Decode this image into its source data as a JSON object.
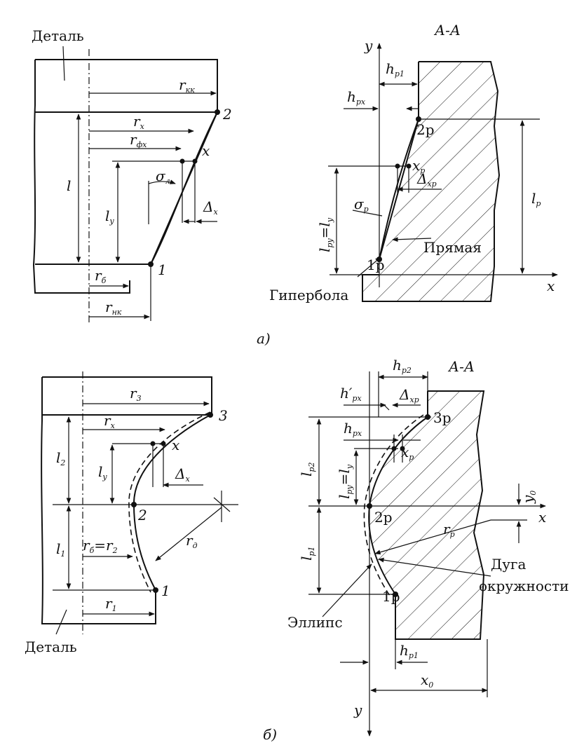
{
  "caption_a": "а)",
  "caption_b": "б)",
  "section_a": "А-А",
  "section_b": "А-А",
  "part_label_top": "Деталь",
  "part_label_bottom": "Деталь",
  "straight_label": "Прямая",
  "hyperbola_label": "Гипербола",
  "ellipse_label": "Эллипс",
  "arc_label_1": "Дуга",
  "arc_label_2": "окружности",
  "a": {
    "r_kk": "r",
    "r_kk_sub": "кк",
    "r_x": "r",
    "r_x_sub": "x",
    "r_fx": "r",
    "r_fx_sub": "фx",
    "sigma": "σ",
    "sigma_sub": "л",
    "x": "x",
    "delta_x": "Δ",
    "delta_x_sub": "x",
    "l": "l",
    "l_y": "l",
    "l_y_sub": "y",
    "r_b": "r",
    "r_b_sub": "б",
    "r_nk": "r",
    "r_nk_sub": "нк",
    "p1": "1",
    "p2": "2",
    "y_axis": "y",
    "x_axis": "x",
    "h_p1": "h",
    "h_p1_sub": "p1",
    "h_px": "h",
    "h_px_sub": "px",
    "pt_2p": "2p",
    "x_p": "x",
    "x_p_sub": "p",
    "delta_xp": "Δ",
    "delta_xp_sub": "xp",
    "l_p": "l",
    "l_p_sub": "p",
    "l_py": "l",
    "l_py_sub": "py",
    "eq_ly": "=l",
    "eq_ly_sub": "y",
    "sigma_p": "σ",
    "sigma_p_sub": "p",
    "pt_1p": "1p"
  },
  "b": {
    "r_3": "r",
    "r_3_sub": "3",
    "r_x": "r",
    "r_x_sub": "x",
    "l_2": "l",
    "l_2_sub": "2",
    "l_y": "l",
    "l_y_sub": "y",
    "x": "x",
    "delta_x": "Δ",
    "delta_x_sub": "x",
    "p2": "2",
    "p3": "3",
    "p1": "1",
    "l_1": "l",
    "l_1_sub": "1",
    "r_b": "r",
    "r_b_sub": "б",
    "eq_r2": "=r",
    "eq_r2_sub": "2",
    "r_d": "r",
    "r_d_sub": "д",
    "r_1": "r",
    "r_1_sub": "1",
    "h_p2": "h",
    "h_p2_sub": "p2",
    "h_px_prime": "h′",
    "h_px_prime_sub": "px",
    "delta_xp": "Δ",
    "delta_xp_sub": "xp",
    "h_px": "h",
    "h_px_sub": "px",
    "pt_3p": "3p",
    "x_p": "x",
    "x_p_sub": "p",
    "l_p2": "l",
    "l_p2_sub": "p2",
    "l_py": "l",
    "l_py_sub": "py",
    "eq_ly": "=l",
    "eq_ly_sub": "y",
    "y_0": "y",
    "y_0_sub": "0",
    "pt_2p": "2p",
    "x_axis": "x",
    "r_p": "r",
    "r_p_sub": "p",
    "l_p1": "l",
    "l_p1_sub": "p1",
    "pt_1p": "1p",
    "h_p1": "h",
    "h_p1_sub": "p1",
    "x_0": "x",
    "x_0_sub": "0",
    "y_axis": "y"
  }
}
